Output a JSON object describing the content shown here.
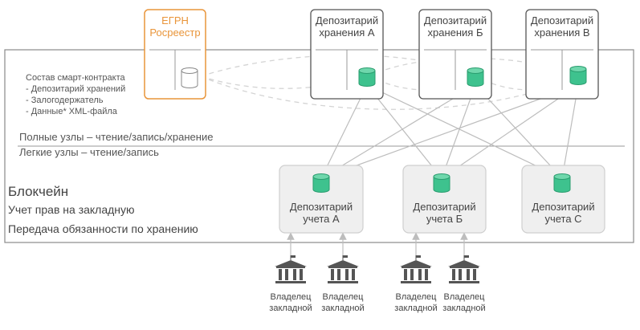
{
  "egrn": {
    "line1": "ЕГРН",
    "line2": "Росреестр"
  },
  "storage_nodes": [
    {
      "line1": "Депозитарий",
      "line2": "хранения А"
    },
    {
      "line1": "Депозитарий",
      "line2": "хранения Б"
    },
    {
      "line1": "Депозитарий",
      "line2": "хранения В"
    }
  ],
  "smart_contract": {
    "title": "Состав смарт-контракта",
    "items": [
      "- Депозитарий хранений",
      "- Залогодержатель",
      "- Данные* XML-файла"
    ]
  },
  "layers": {
    "full_nodes": "Полные узлы – чтение/запись/хранение",
    "light_nodes": "Легкие узлы – чтение/запись"
  },
  "blockchain": {
    "title": "Блокчейн",
    "line1": "Учет прав на закладную",
    "line2": "Передача обязанности по хранению"
  },
  "accounting_nodes": [
    {
      "line1": "Депозитарий",
      "line2": "учета А"
    },
    {
      "line1": "Депозитарий",
      "line2": "учета Б"
    },
    {
      "line1": "Депозитарий",
      "line2": "учета С"
    }
  ],
  "owners": [
    {
      "line1": "Владелец",
      "line2": "закладной"
    },
    {
      "line1": "Владелец",
      "line2": "закладной"
    },
    {
      "line1": "Владелец",
      "line2": "закладной"
    },
    {
      "line1": "Владелец",
      "line2": "закладной"
    }
  ],
  "colors": {
    "egrn": "#e9953a",
    "db_green": "#3ec28e",
    "frame": "#8a8a8a",
    "link": "#bdbdbd"
  }
}
